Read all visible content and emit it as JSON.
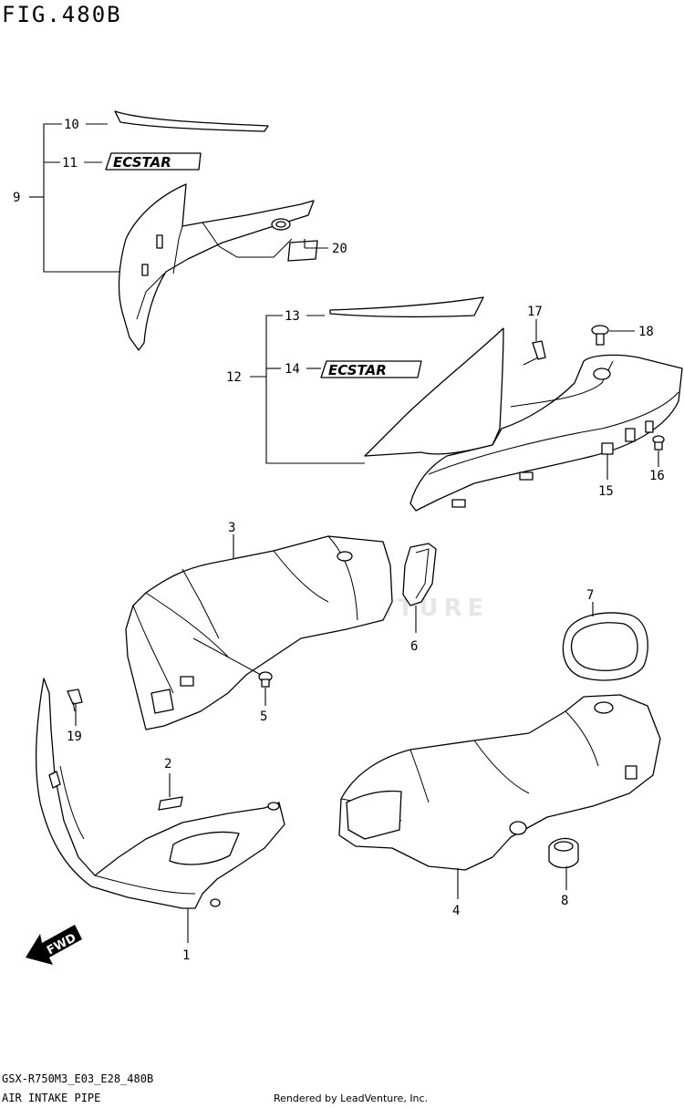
{
  "figure_title": "FIG.480B",
  "footer": {
    "model_code": "GSX-R750M3_E03_E28_480B",
    "section_name": "AIR INTAKE PIPE",
    "credit": "Rendered by LeadVenture, Inc."
  },
  "watermark": "LEADVENTURE",
  "callouts": {
    "c1": "1",
    "c2": "2",
    "c3": "3",
    "c4": "4",
    "c5": "5",
    "c6": "6",
    "c7": "7",
    "c8": "8",
    "c9": "9",
    "c10": "10",
    "c11": "11",
    "c12": "12",
    "c13": "13",
    "c14": "14",
    "c15": "15",
    "c16": "16",
    "c17": "17",
    "c18": "18",
    "c19": "19",
    "c20": "20"
  },
  "emblem_text": "ECSTAR",
  "fwd_label": "FWD"
}
